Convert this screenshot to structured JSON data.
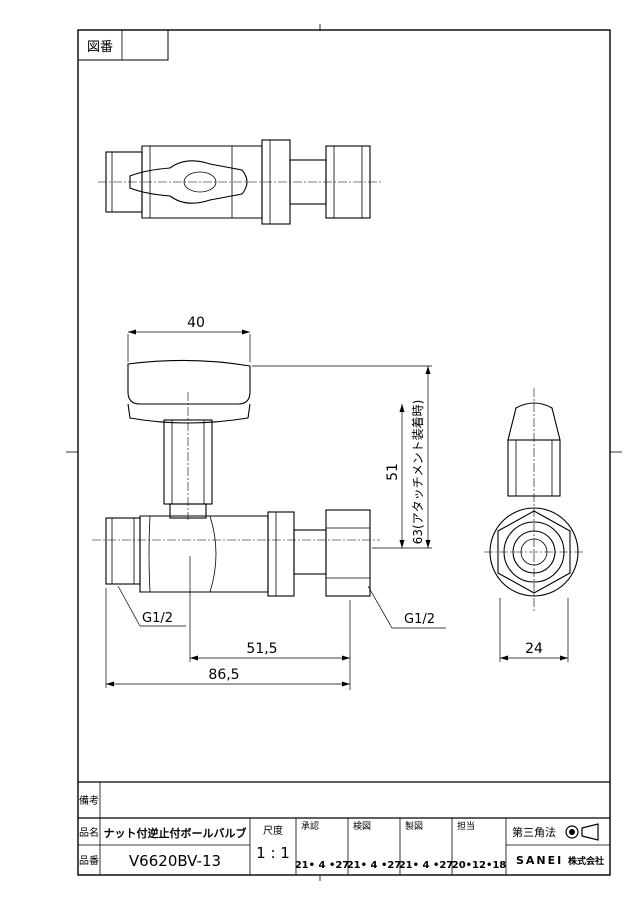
{
  "drawing": {
    "number_label": "図番",
    "number_value": "",
    "dimensions": {
      "handle_width": "40",
      "height": "51",
      "height_attachment": "63(アタッチメント装着時)",
      "thread_left": "G1/2",
      "thread_right": "G1/2",
      "length_inner": "51,5",
      "length_total": "86,5",
      "width_side": "24"
    }
  },
  "title_block": {
    "remarks_label": "備考",
    "remarks_value": "",
    "product_name_label": "品名",
    "product_name": "ナット付逆止付ボールバルブ",
    "product_no_label": "品番",
    "product_no": "V6620BV-13",
    "scale_label": "尺度",
    "scale_value": "1 : 1",
    "approved_label": "承認",
    "approved_date": "21• 4 •27",
    "checked_label": "検図",
    "checked_date": "21• 4 •27",
    "drawn_label": "製図",
    "drawn_date": "21• 4 •27",
    "charge_label": "担当",
    "charge_date": "20•12•18",
    "projection": "第三角法",
    "company": "SANEI",
    "company_suffix": "株式会社"
  }
}
